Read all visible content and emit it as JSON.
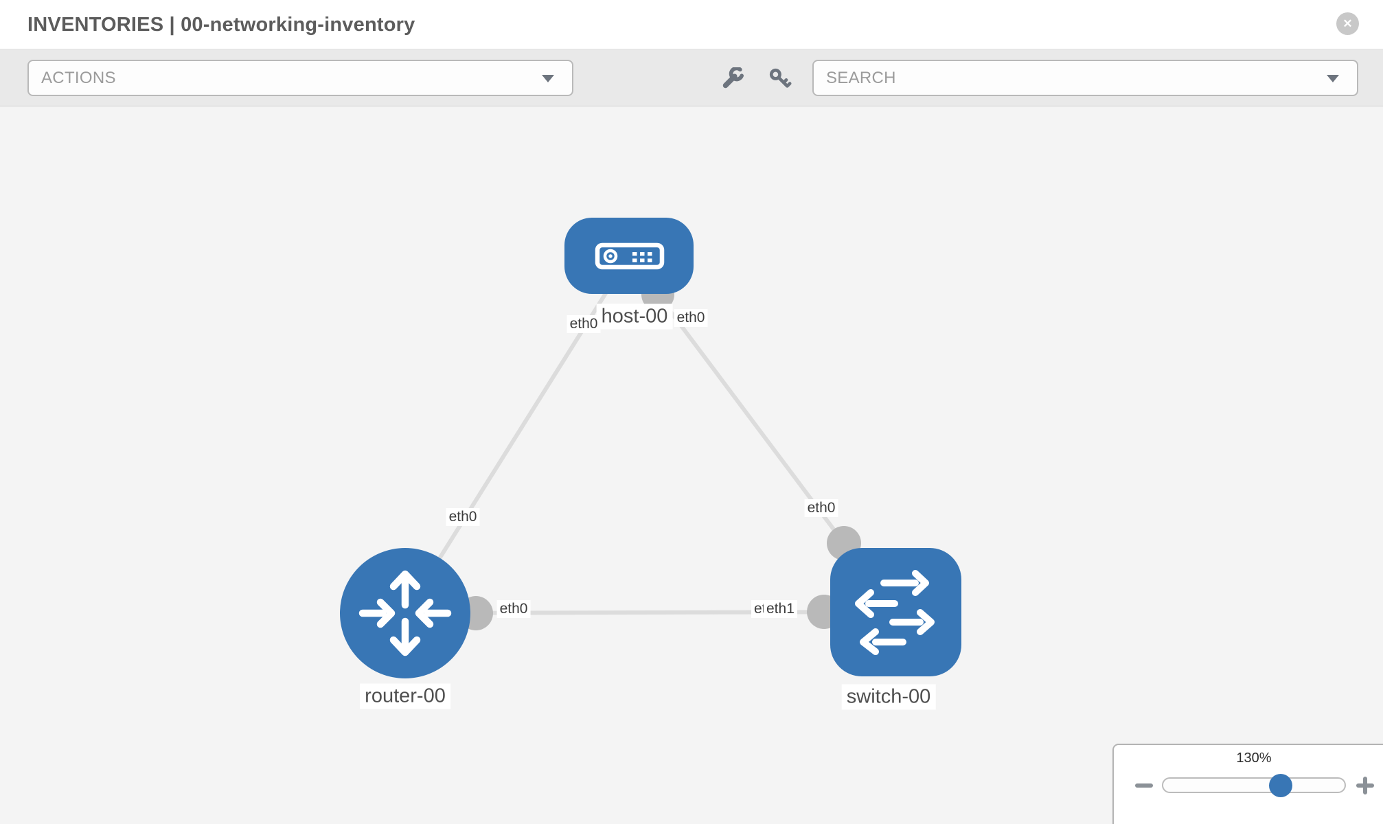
{
  "header": {
    "title": "INVENTORIES | 00-networking-inventory"
  },
  "icons": {
    "close": "✕",
    "caret": "caret-down",
    "wrench": "wrench",
    "key": "key",
    "minus": "−",
    "plus": "+"
  },
  "toolbar": {
    "actions_placeholder": "ACTIONS",
    "search_placeholder": "SEARCH"
  },
  "topology": {
    "nodes": [
      {
        "label": "host-00",
        "type": "host"
      },
      {
        "label": "router-00",
        "type": "router"
      },
      {
        "label": "switch-00",
        "type": "switch"
      }
    ],
    "links": [
      {
        "from": "host-00",
        "to": "router-00",
        "labels": [
          "eth0",
          "eth0"
        ]
      },
      {
        "from": "host-00",
        "to": "switch-00",
        "labels": [
          "eth0",
          "eth0"
        ]
      },
      {
        "from": "router-00",
        "to": "switch-00",
        "labels": [
          "eth0",
          "eth0",
          "eth1"
        ]
      }
    ]
  },
  "zoom_control": {
    "level": "130%"
  },
  "colors": {
    "node_blue": "#3876b5",
    "link_gray": "#dcdcdc",
    "endpoint_gray": "#b9b9b9",
    "toolbar_bg": "#e9e9e9",
    "canvas_bg": "#f4f4f4"
  }
}
